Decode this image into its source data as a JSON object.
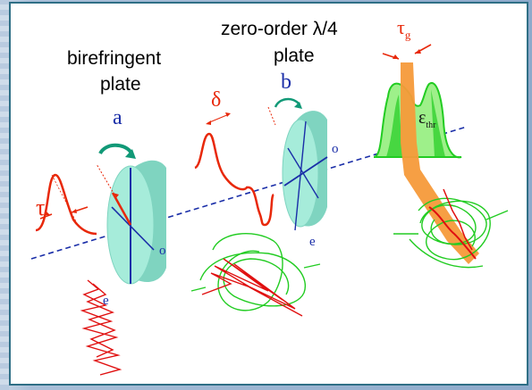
{
  "labels": {
    "birefringent_line1": "birefringent",
    "birefringent_line2": "plate",
    "zero_order_line1": "zero-order λ/4",
    "zero_order_line2": "plate",
    "a": "a",
    "b": "b",
    "delta": "δ",
    "tau": "τ",
    "tau_g_main": "τ",
    "tau_g_sub": "g",
    "eps_main": "ε",
    "eps_sub": "thr",
    "o_first": "o",
    "e_first": "e",
    "o_second": "o",
    "e_second": "e"
  },
  "colors": {
    "pulse_red": "#e8280a",
    "wave_red": "#e01010",
    "green": "#22cc22",
    "teal_arrow": "#119977",
    "plate_face": "#9fe6d4",
    "plate_side": "#7fd4c0",
    "axis_blue": "#1a2ea8",
    "beam_orange": "#f59a3a"
  }
}
